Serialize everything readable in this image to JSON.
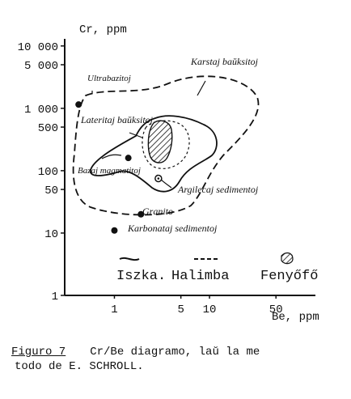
{
  "chart_data": {
    "type": "scatter",
    "title": "",
    "ylabel": "Cr, ppm",
    "xlabel": "Be, ppm",
    "log_x": true,
    "log_y": true,
    "xlim": [
      0.3,
      130
    ],
    "ylim": [
      1,
      13000
    ],
    "grid": false,
    "x_ticks": [
      {
        "value": 1,
        "label": "1"
      },
      {
        "value": 5,
        "label": "5"
      },
      {
        "value": 10,
        "label": "10"
      },
      {
        "value": 50,
        "label": "50"
      }
    ],
    "y_ticks": [
      {
        "value": 1,
        "label": "1"
      },
      {
        "value": 10,
        "label": "10"
      },
      {
        "value": 50,
        "label": "50"
      },
      {
        "value": 100,
        "label": "100"
      },
      {
        "value": 500,
        "label": "500"
      },
      {
        "value": 1000,
        "label": "1 000"
      },
      {
        "value": 5000,
        "label": "5 000"
      },
      {
        "value": 10000,
        "label": "10 000"
      }
    ],
    "points": [
      {
        "name": "Ultrabazitoj",
        "x": 0.42,
        "y": 1150,
        "marker": "filled"
      },
      {
        "name": "Bazaj magmatitoj",
        "x": 1.4,
        "y": 160,
        "marker": "filled"
      },
      {
        "name": "Argilecaj sedimentoj",
        "x": 2.9,
        "y": 75,
        "marker": "open-dot"
      },
      {
        "name": "Granito",
        "x": 1.9,
        "y": 20,
        "marker": "filled"
      },
      {
        "name": "Karbonataj sedimentoj",
        "x": 1.0,
        "y": 11,
        "marker": "filled"
      }
    ],
    "annotations": [
      "Karstaj baŭksitoj",
      "Lateritaj baŭksitoj"
    ],
    "legend": {
      "items": [
        {
          "label": "Iszka.",
          "style": "solid-line"
        },
        {
          "label": "Halimba",
          "style": "dashed-line"
        },
        {
          "label": "Fenyőfő",
          "style": "hatched-area"
        }
      ],
      "position": "bottom"
    }
  },
  "caption": {
    "figure": "Figuro 7",
    "text": "Cr/Be diagramo, laŭ la me",
    "text2": "todo de E. SCHROLL."
  }
}
